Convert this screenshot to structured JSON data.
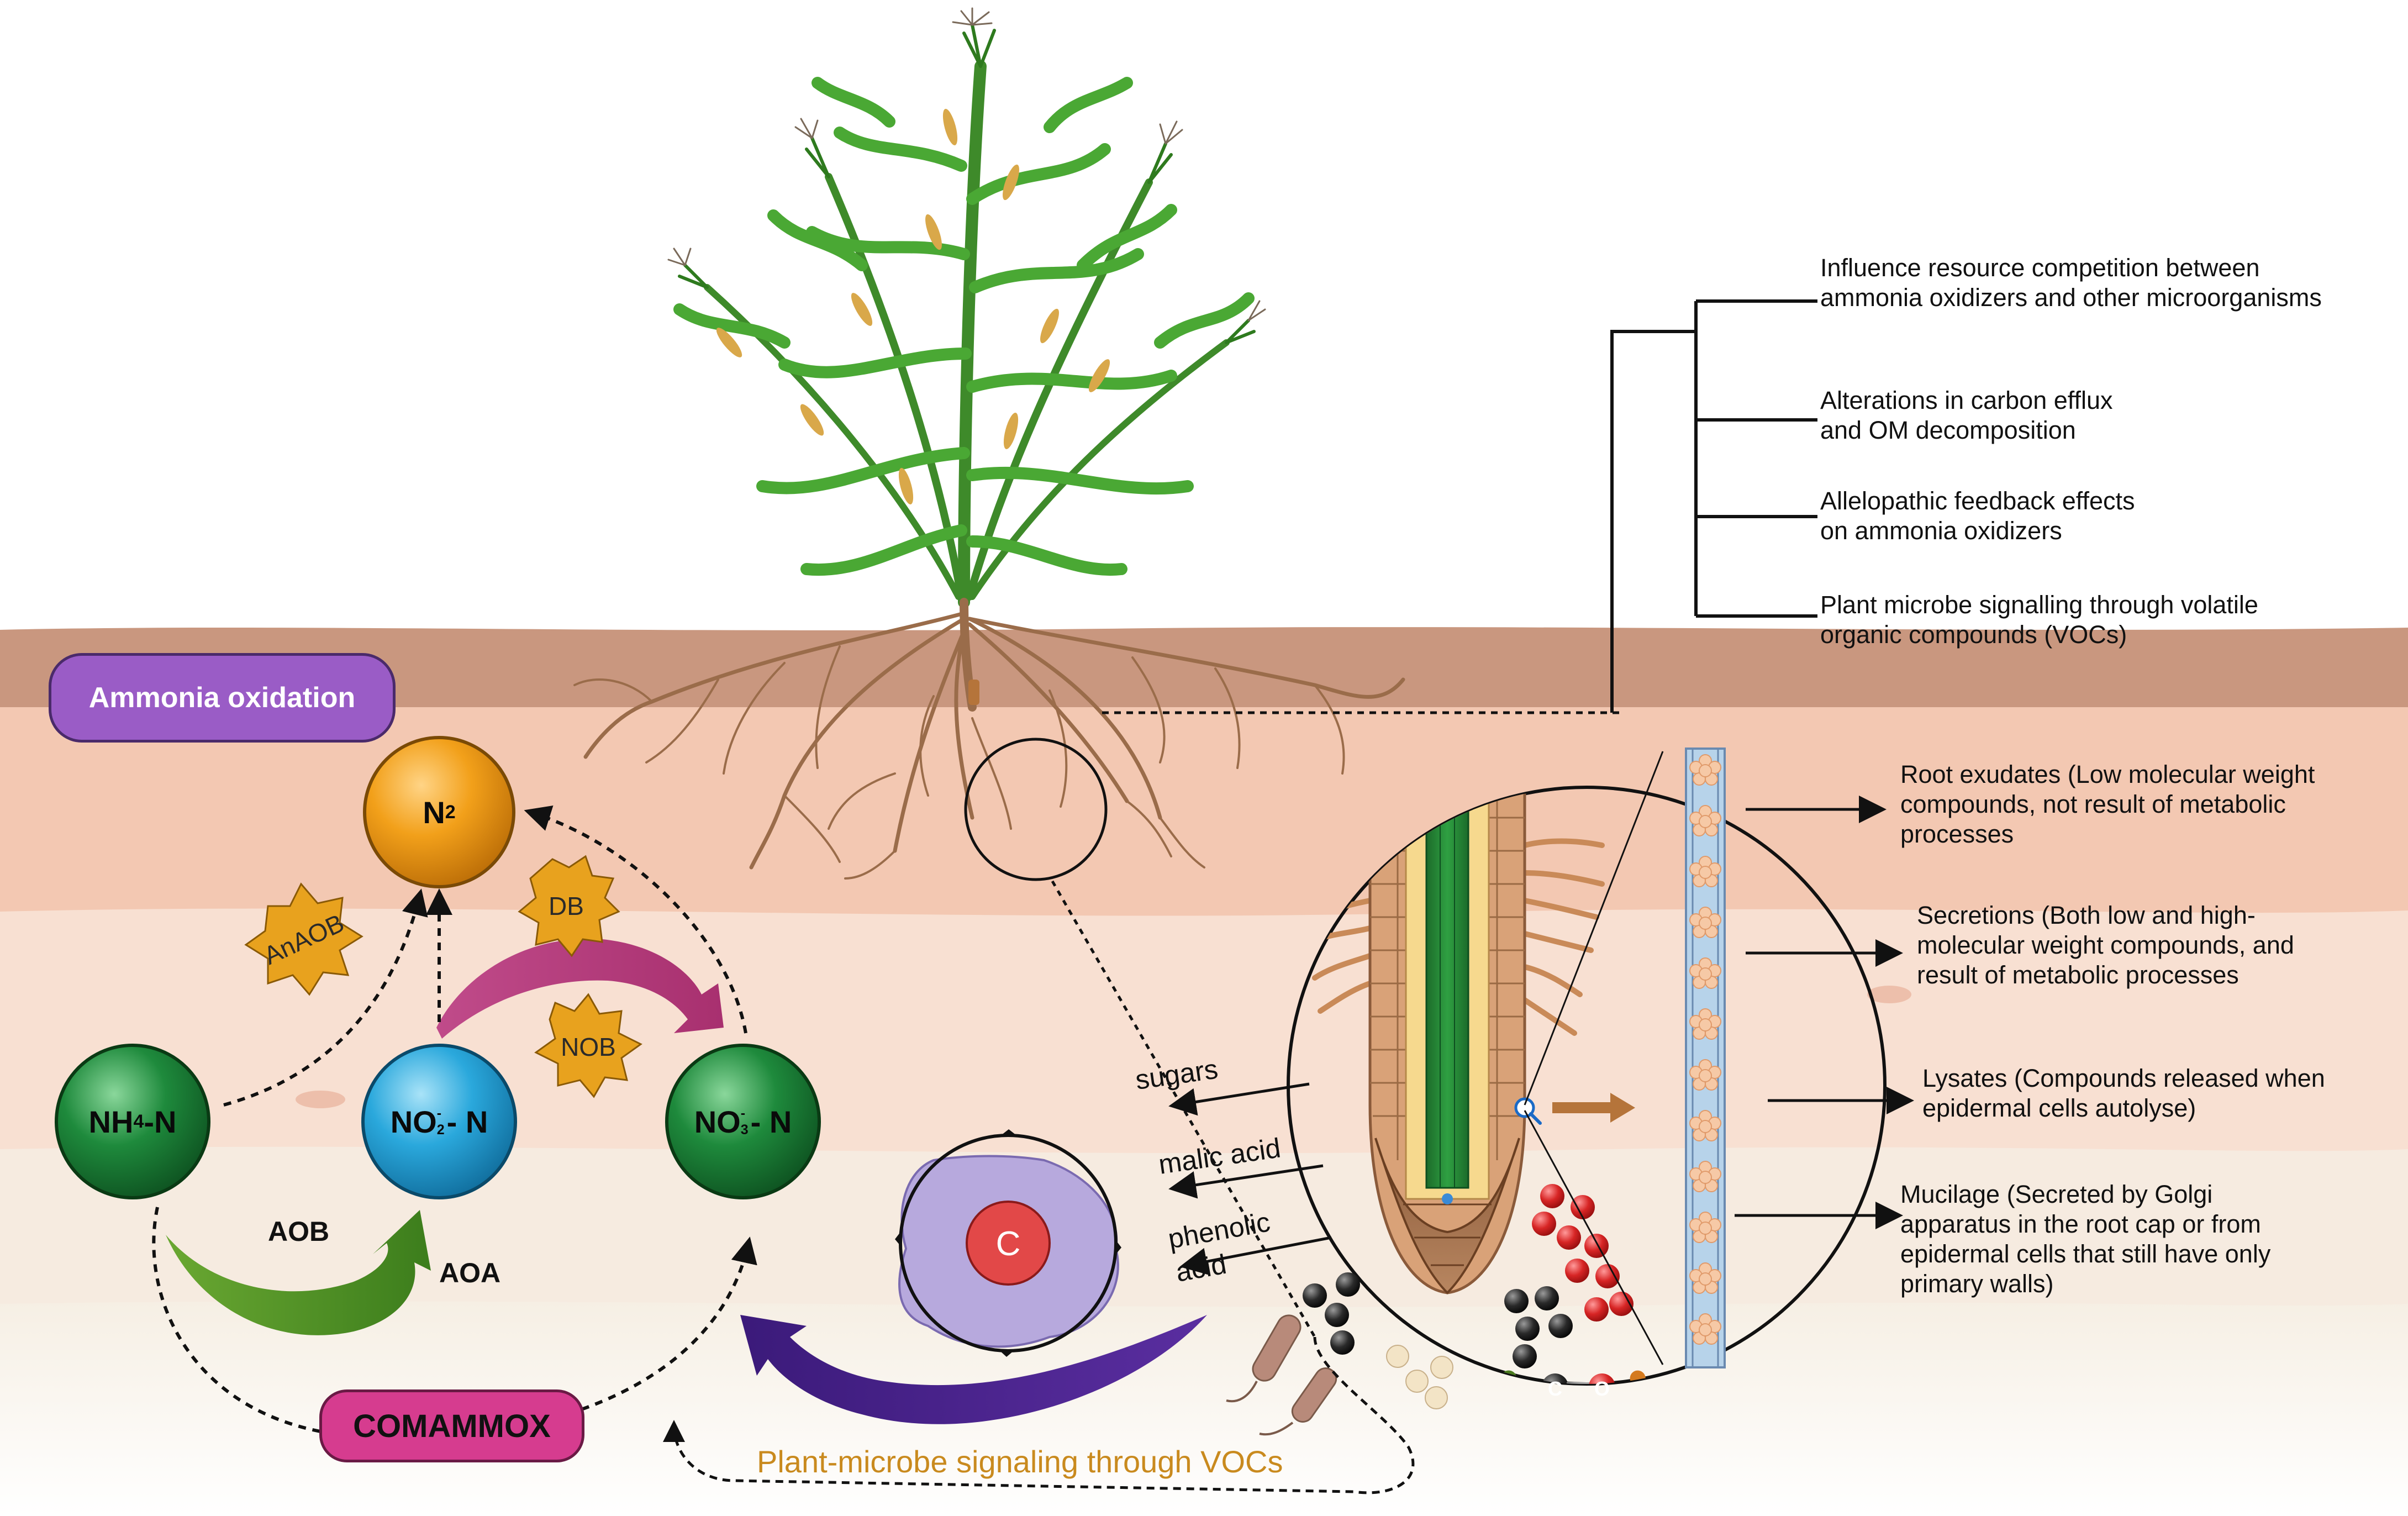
{
  "labels": {
    "ammonia_oxidation": "Ammonia oxidation",
    "comammox": "COMAMMOX",
    "n2": "N",
    "n2_sub": "2",
    "nh4_main": "NH",
    "nh4_sub": "4",
    "nh4_tail": "-N",
    "no2_main": "NO",
    "no2_sub": "2",
    "no2_sup": "-",
    "no2_tail": " - N",
    "no3_main": "NO",
    "no3_sub": "3",
    "no3_sup": "-",
    "no3_tail": " - N",
    "anaob": "AnAOB",
    "db": "DB",
    "nob": "NOB",
    "aob": "AOB",
    "aoa": "AOA",
    "carbon": "C",
    "vocs_signal": "Plant-microbe signaling through VOCs",
    "sugars": "sugars",
    "malic_acid": "malic acid",
    "phenolic_1": "phenolic",
    "phenolic_2": "acid",
    "co_c": "C",
    "co_o": "O"
  },
  "effects": [
    {
      "line1": "Influence resource competition between",
      "line2": "ammonia oxidizers and other microorganisms"
    },
    {
      "line1": "Alterations in carbon efflux",
      "line2": "and OM decomposition"
    },
    {
      "line1": "Allelopathic feedback effects",
      "line2": "on ammonia oxidizers"
    },
    {
      "line1": "Plant microbe signalling through volatile",
      "line2": "organic compounds (VOCs)"
    }
  ],
  "exudates": [
    {
      "line1": "Root exudates (Low molecular weight",
      "line2": "compounds, not result of metabolic",
      "line3": "processes"
    },
    {
      "line1": "Secretions (Both low and high-",
      "line2": "molecular weight compounds, and",
      "line3": "result of metabolic processes"
    },
    {
      "line1": "Lysates (Compounds released when",
      "line2": "epidermal cells autolyse)",
      "line3": ""
    },
    {
      "line1": "Mucilage (Secreted by Golgi",
      "line2": "apparatus in the root cap or from",
      "line3": "epidermal cells that still have only",
      "line4": "primary walls)"
    }
  ],
  "colors": {
    "soil_top": "#c9977f",
    "soil_mid": "#f3c8b2",
    "soil_light": "#f8e0d2",
    "soil_pale": "#f6ede2",
    "ammonia_pill": "#9a5cc6",
    "comammox_pill": "#d63c8f",
    "n2_ball": "#f2a01a",
    "nh4_ball": "#1e8a3c",
    "no2_ball": "#2aa8dc",
    "no3_ball": "#1e8a3c",
    "burst": "#e8a21e",
    "vocs_text": "#c98a1e",
    "plant_green": "#3e9a2c",
    "root_brown": "#9a6c4a"
  },
  "icons": [
    "magnifier-icon",
    "bacteria-icon",
    "carbon-cycle-icon",
    "plant-icon",
    "root-tip-icon"
  ]
}
